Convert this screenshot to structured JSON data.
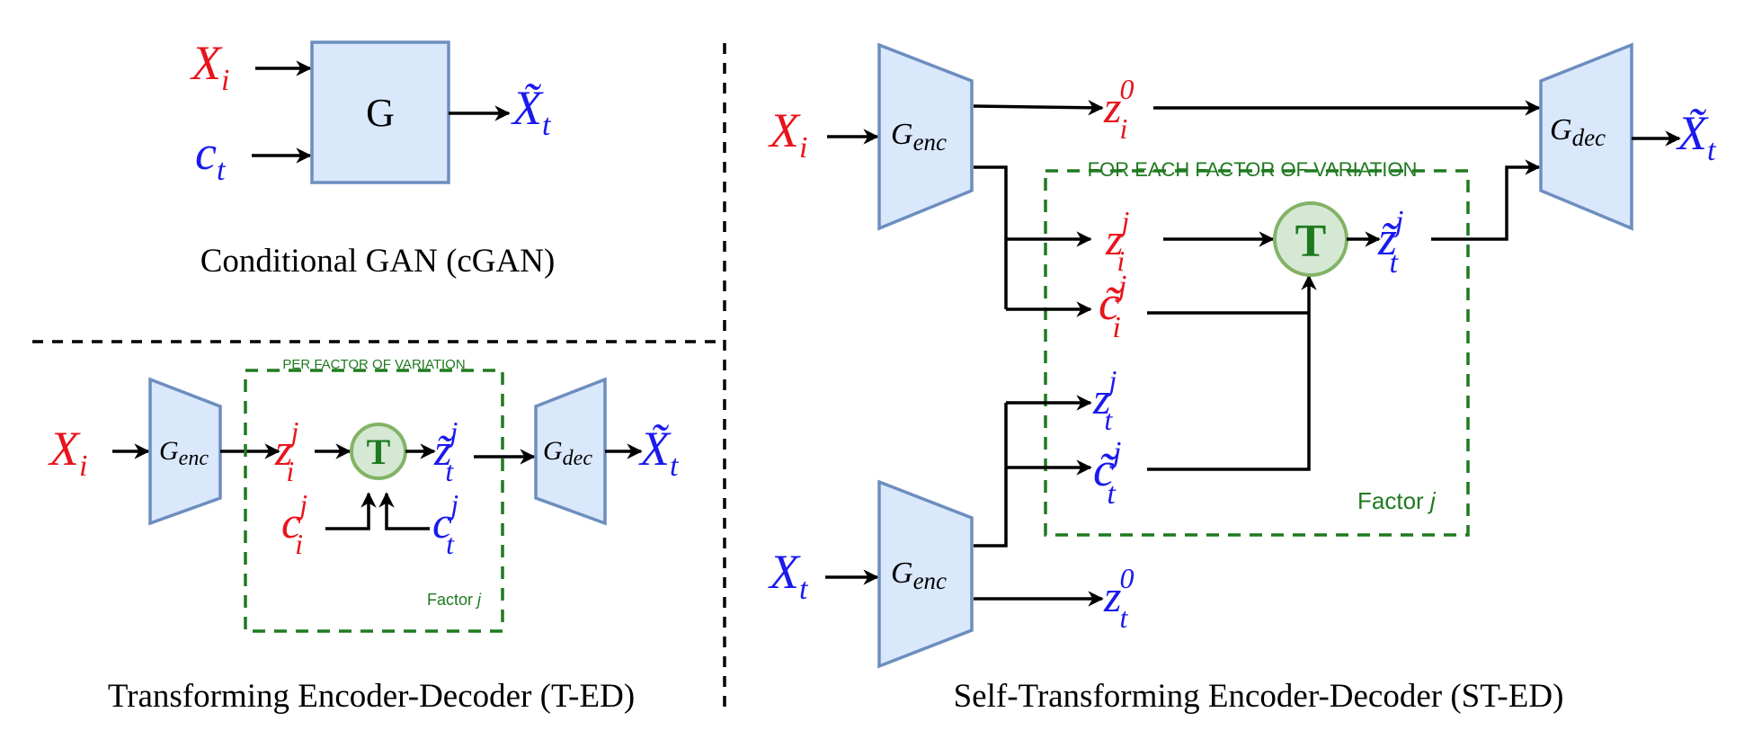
{
  "panels": {
    "cgan": {
      "title": "Conditional GAN (cGAN)",
      "input_image": "X",
      "input_image_sub": "i",
      "input_cond": "c",
      "input_cond_sub": "t",
      "generator": "G",
      "output": "X̃",
      "output_sub": "t"
    },
    "ted": {
      "title": "Transforming Encoder-Decoder (T-ED)",
      "input": "X",
      "input_sub": "i",
      "encoder": "G",
      "encoder_sub": "enc",
      "decoder": "G",
      "decoder_sub": "dec",
      "box_label": "PER FACTOR OF VARIATION",
      "factor_label": "Factor ",
      "factor_var": "j",
      "latent_in": "z",
      "latent_in_sub": "i",
      "latent_in_sup": "j",
      "transform": "T",
      "latent_out": "z̃",
      "latent_out_sub": "t",
      "latent_out_sup": "j",
      "cond_in": "c",
      "cond_in_sub": "i",
      "cond_in_sup": "j",
      "cond_out": "c",
      "cond_out_sub": "t",
      "cond_out_sup": "j",
      "output": "X̃",
      "output_sub": "t"
    },
    "sted": {
      "title": "Self-Transforming Encoder-Decoder (ST-ED)",
      "input_top": "X",
      "input_top_sub": "i",
      "input_bottom": "X",
      "input_bottom_sub": "t",
      "encoder": "G",
      "encoder_sub": "enc",
      "decoder": "G",
      "decoder_sub": "dec",
      "box_label": "FOR EACH FACTOR OF VARIATION",
      "factor_label": "Factor ",
      "factor_var": "j",
      "z_i0": "z",
      "z_i0_sub": "i",
      "z_i0_sup": "0",
      "z_ij": "z",
      "z_ij_sub": "i",
      "z_ij_sup": "j",
      "c_ij": "c̃",
      "c_ij_sub": "i",
      "c_ij_sup": "j",
      "z_tj": "z",
      "z_tj_sub": "t",
      "z_tj_sup": "j",
      "c_tj": "c̃",
      "c_tj_sub": "t",
      "c_tj_sup": "j",
      "z_t0": "z",
      "z_t0_sub": "t",
      "z_t0_sup": "0",
      "transform": "T",
      "z_out": "z̃",
      "z_out_sub": "t",
      "z_out_sup": "j",
      "output": "X̃",
      "output_sub": "t"
    }
  },
  "colors": {
    "input_red": "#e8141c",
    "target_blue": "#1a1aee",
    "factor_green": "#1f7a1f",
    "block_fill": "#dae8fc",
    "block_stroke": "#6c8ebf",
    "transform_fill": "#d5e8d4",
    "transform_stroke": "#82b366"
  }
}
